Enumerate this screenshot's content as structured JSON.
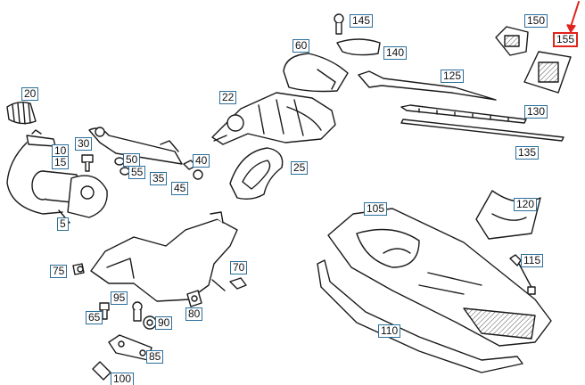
{
  "colors": {
    "callout_border": "#2a6f9b",
    "highlight": "#e0231c",
    "line": "#1a1a1a",
    "part_fill": "#ffffff",
    "hatch": "#444444"
  },
  "selected_part": "155",
  "callouts": [
    "20",
    "145",
    "150",
    "155",
    "60",
    "140",
    "125",
    "22",
    "130",
    "135",
    "10",
    "15",
    "30",
    "50",
    "55",
    "35",
    "40",
    "45",
    "25",
    "105",
    "120",
    "5",
    "115",
    "75",
    "70",
    "95",
    "65",
    "80",
    "90",
    "110",
    "85",
    "100"
  ]
}
